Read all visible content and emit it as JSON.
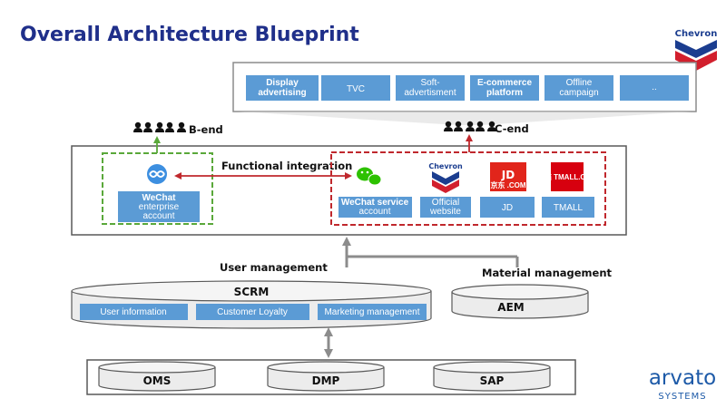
{
  "title": "Overall Architecture Blueprint",
  "channels": [
    "Display advertising",
    "TVC",
    "Soft-advertisment",
    "E-commerce platform",
    "Offline campaign",
    ".."
  ],
  "b_end_label": "B-end",
  "c_end_label": "C-end",
  "functional_integration_label": "Functional integration",
  "wechat_enterprise_label": "WeChat enterprise account",
  "c_end_apps": [
    "WeChat service account",
    "Official website",
    "JD",
    "TMALL"
  ],
  "user_management_label": "User management",
  "material_management_label": "Material management",
  "scrm_label": "SCRM",
  "scrm_modules": [
    "User information",
    "Customer Loyalty",
    "Marketing management"
  ],
  "aem_label": "AEM",
  "backends": [
    "OMS",
    "DMP",
    "SAP"
  ],
  "logos": {
    "chevron": "Chevron",
    "jd": "JD",
    "jd_com": "京东 .COM",
    "tmall": "天猫 TMALL.COM",
    "arvato": "arvato",
    "arvato_sub": "SYSTEMS"
  },
  "colors": {
    "title": "#1f2f8a",
    "box_blue": "#5b9bd5",
    "green_dash": "#5aa83a",
    "red_dash": "#c0282d",
    "chevron_red": "#d21f2d",
    "chevron_blue": "#1b3d8f",
    "arvato_blue": "#1d5aa8"
  }
}
